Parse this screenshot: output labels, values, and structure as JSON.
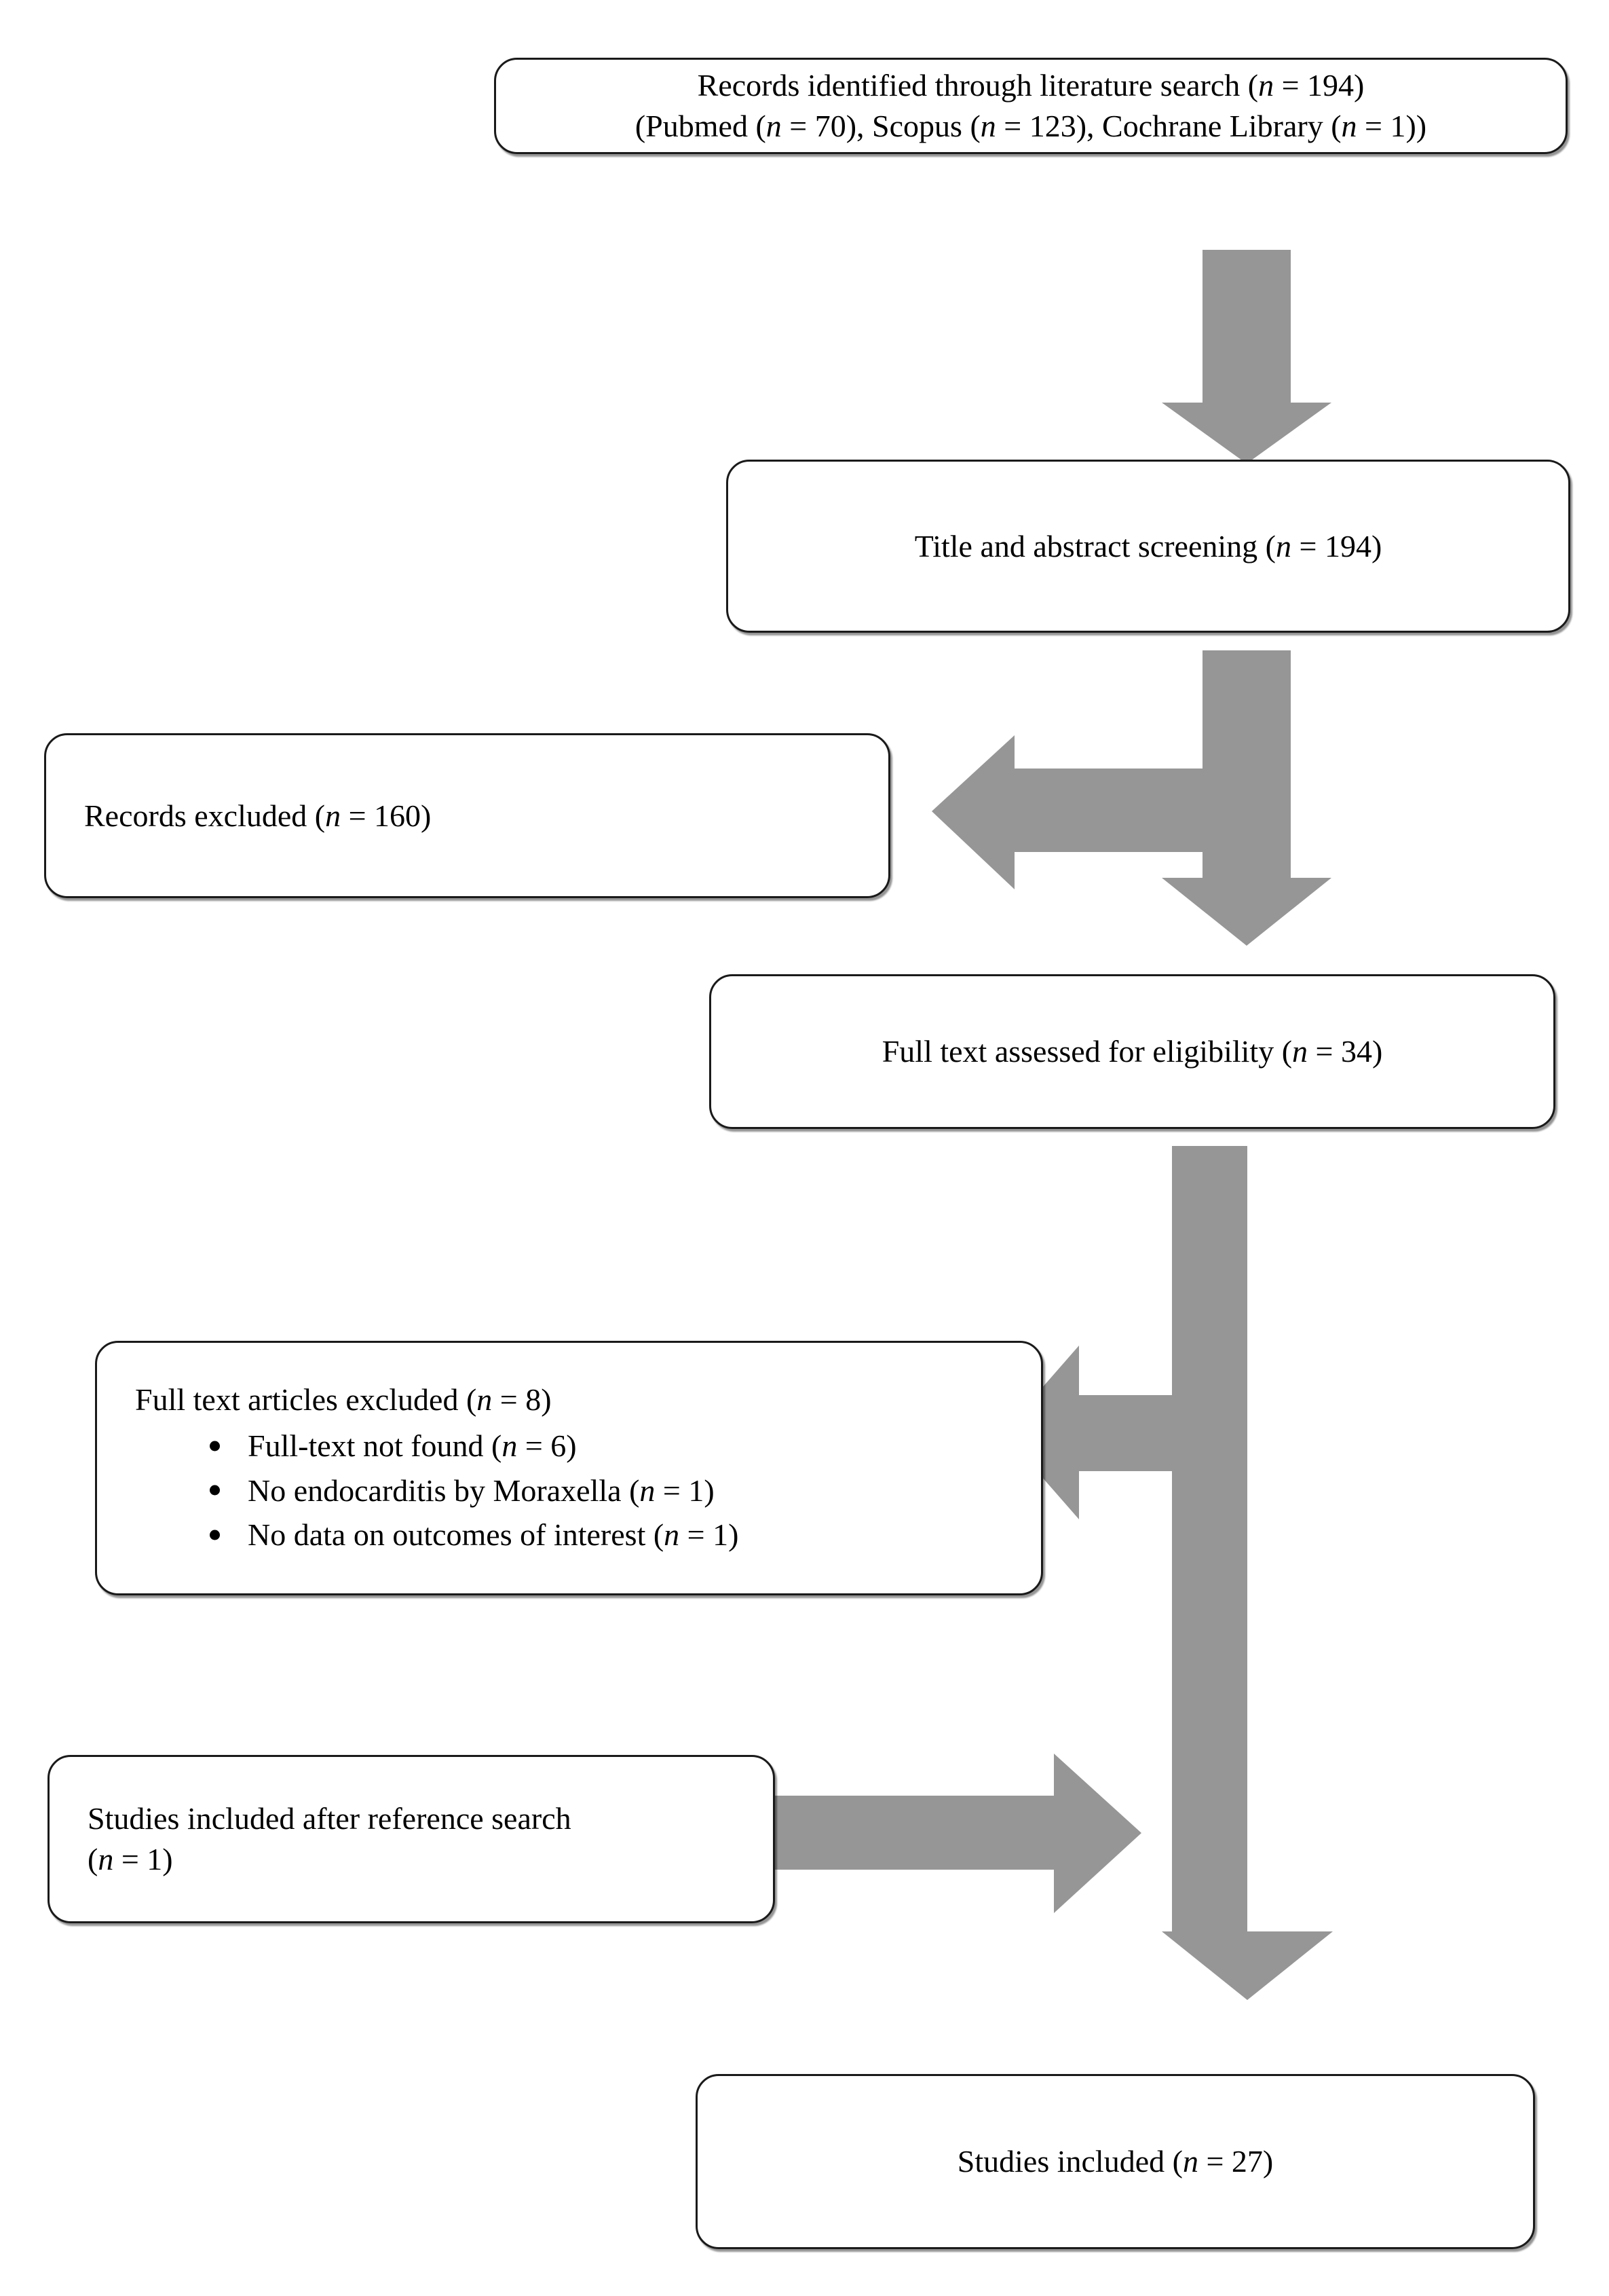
{
  "diagram": {
    "title": "PRISMA study selection flow diagram",
    "arrow_color": "#969696",
    "box_border_color": "#1a1a1a",
    "box_fill_color": "#ffffff",
    "text_color": "#000000"
  },
  "boxes": {
    "identified": {
      "name": "records-identified",
      "line1": "Records identified through literature search (n = 194)",
      "line1_pre": "Records identified through literature search (",
      "line1_n": "n",
      "line1_post": " = 194)",
      "line2_pre": "(Pubmed (",
      "line2_n1": "n",
      "line2_mid1": " = 70), Scopus (",
      "line2_n2": "n",
      "line2_mid2": " = 123), Cochrane Library (",
      "line2_n3": "n",
      "line2_post": " = 1))"
    },
    "screening": {
      "name": "title-abstract-screening",
      "pre": "Title and abstract screening (",
      "n": "n",
      "post": " = 194)"
    },
    "records_excluded": {
      "name": "records-excluded",
      "pre": "Records excluded (",
      "n": "n",
      "post": " = 160)"
    },
    "fulltext_assessed": {
      "name": "full-text-assessed",
      "pre": "Full text assessed for eligibility (",
      "n": "n",
      "post": " = 34)"
    },
    "fulltext_excluded": {
      "name": "full-text-articles-excluded",
      "heading_pre": "Full text articles excluded (",
      "heading_n": "n",
      "heading_post": " = 8)",
      "bullets": [
        {
          "pre": "Full-text not found (",
          "n": "n",
          "post": " = 6)"
        },
        {
          "pre": "No endocarditis by Moraxella (",
          "n": "n",
          "post": " = 1)"
        },
        {
          "pre": "No data on outcomes of interest (",
          "n": "n",
          "post": " = 1)"
        }
      ]
    },
    "reference_search": {
      "name": "studies-included-after-reference-search",
      "line1": "Studies included after reference search",
      "line2_pre": "(",
      "line2_n": "n",
      "line2_post": " = 1)"
    },
    "included": {
      "name": "studies-included",
      "pre": "Studies included (",
      "n": "n",
      "post": " = 27)"
    }
  },
  "arrows": [
    {
      "name": "arrow-identified-to-screening",
      "direction": "down"
    },
    {
      "name": "arrow-screening-to-records-excluded",
      "direction": "left"
    },
    {
      "name": "arrow-screening-to-fulltext-assessed",
      "direction": "down"
    },
    {
      "name": "arrow-fulltext-to-excluded",
      "direction": "left"
    },
    {
      "name": "arrow-fulltext-to-included",
      "direction": "down"
    },
    {
      "name": "arrow-reference-search-to-included",
      "direction": "right"
    }
  ]
}
